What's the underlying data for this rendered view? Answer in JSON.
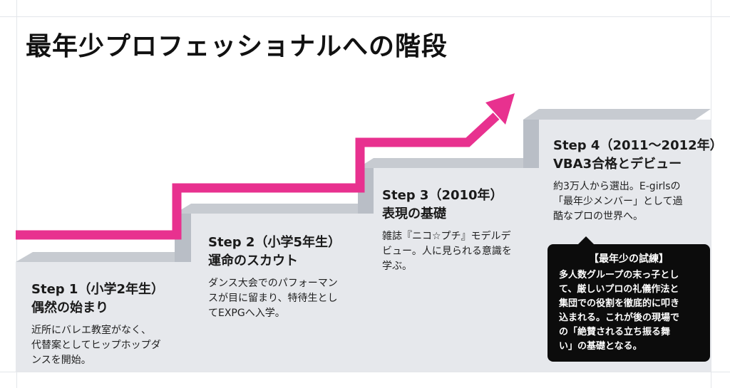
{
  "title": "最年少プロフェッショナルへの階段",
  "steps": [
    {
      "head": "Step 1（小学2年生）",
      "subtitle": "偶然の始まり",
      "desc": "近所にバレエ教室がなく、\n代替案としてヒップホップダ\nンスを開始。"
    },
    {
      "head": "Step 2（小学5年生）",
      "subtitle": "運命のスカウト",
      "desc": "ダンス大会でのパフォーマン\nスが目に留まり、特待生とし\nてEXPGへ入学。"
    },
    {
      "head": "Step 3（2010年）",
      "subtitle": "表現の基礎",
      "desc": "雑誌『ニコ☆プチ』モデルデ\nビュー。人に見られる意識を\n学ぶ。"
    },
    {
      "head": "Step 4（2011～2012年）",
      "subtitle": "VBA3合格とデビュー",
      "desc": "約3万人から選出。E-girlsの\n「最年少メンバー」として過\n酷なプロの世界へ。"
    }
  ],
  "callout": {
    "title": "【最年少の試練】",
    "body": "多人数グループの末っ子とし\nて、厳しいプロの礼儀作法と\n集団での役割を徹底的に叩き\n込まれる。これが後の現場で\nの「絶賛される立ち振る舞\nい」の基礎となる。"
  },
  "colors": {
    "arrow": "#e8318f",
    "step_top": "#c7cbd1",
    "step_face": "#e6e8ec",
    "step_riser": "#b9bec6",
    "callout_bg": "#0c0c0c"
  }
}
